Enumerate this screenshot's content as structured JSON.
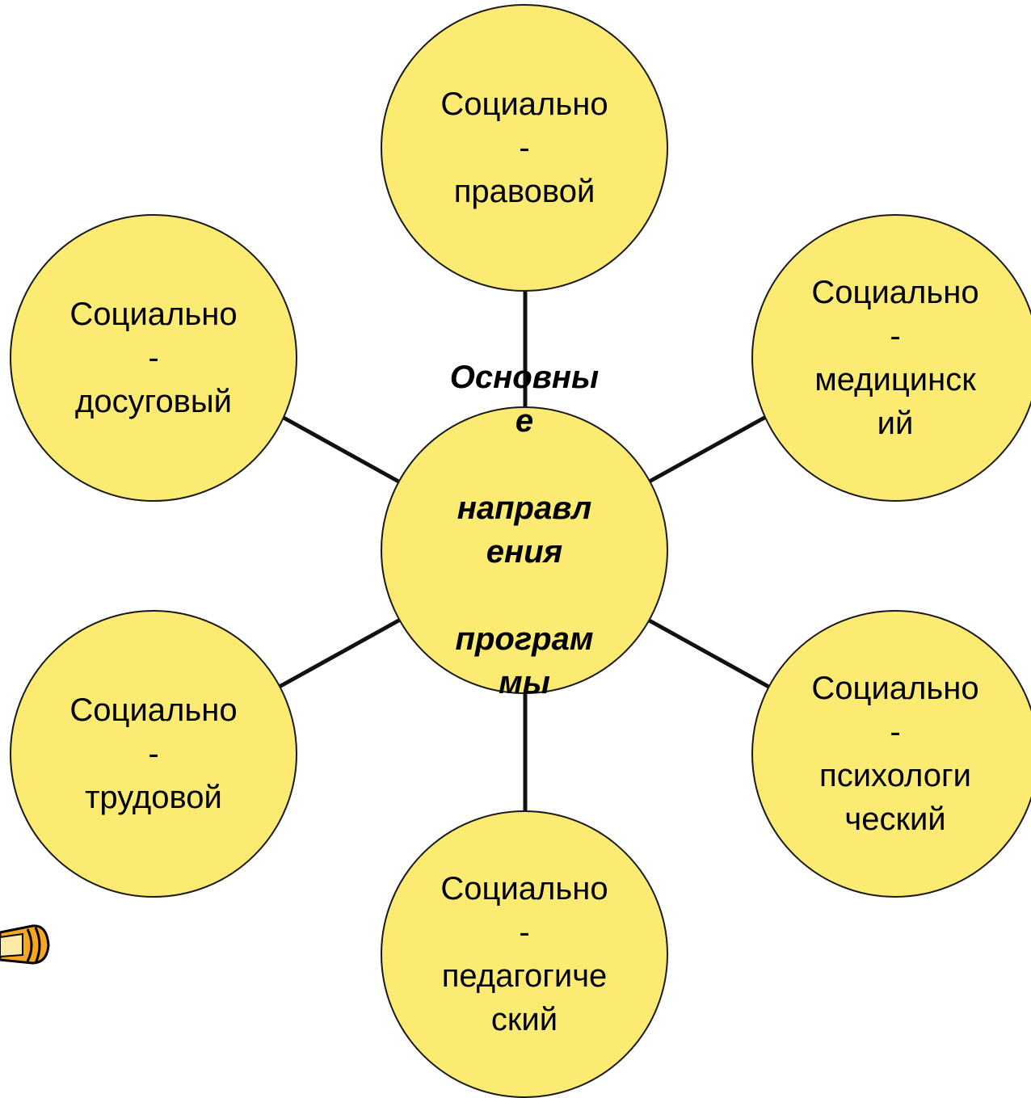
{
  "diagram": {
    "center": {
      "label": "Основны\nе\n\nнаправл\nения\n\nпрограм\nмы"
    },
    "nodes": [
      {
        "id": "top",
        "label": "Социально\n-\nправовой"
      },
      {
        "id: ": "placeholder-ignore"
      }
    ]
  }
}
